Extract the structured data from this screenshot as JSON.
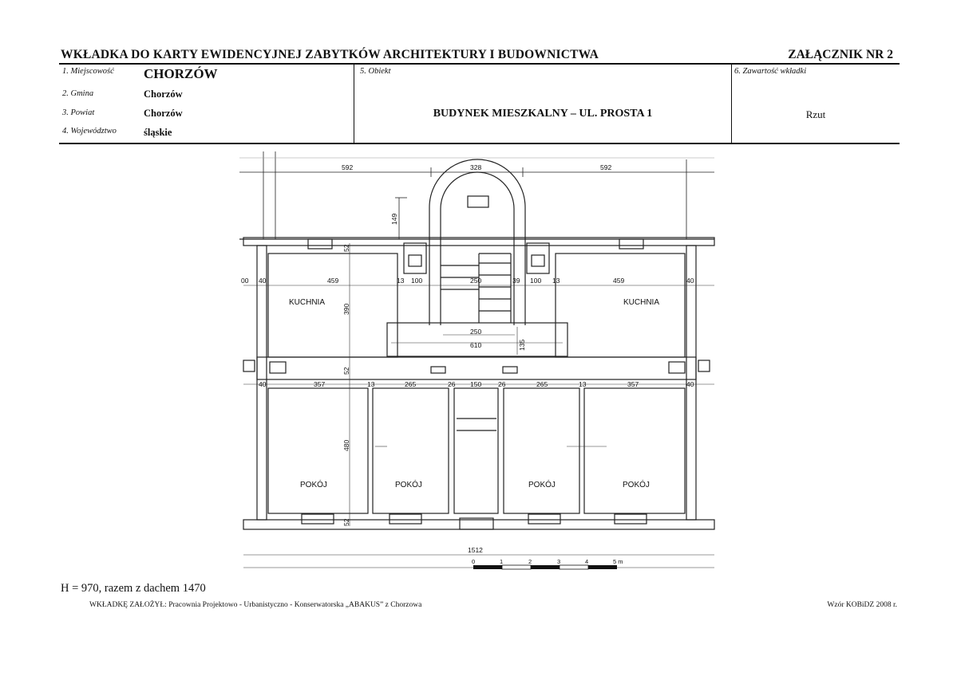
{
  "header": {
    "title": "WKŁADKA DO KARTY EWIDENCYJNEJ ZABYTKÓW ARCHITEKTURY I BUDOWNICTWA",
    "annex": "ZAŁĄCZNIK NR 2"
  },
  "fields": {
    "miejscowosc_label": "1. Miejscowość",
    "miejscowosc_value": "CHORZÓW",
    "gmina_label": "2. Gmina",
    "gmina_value": "Chorzów",
    "powiat_label": "3. Powiat",
    "powiat_value": "Chorzów",
    "wojewodztwo_label": "4. Województwo",
    "wojewodztwo_value": "śląskie",
    "obiekt_label": "5. Obiekt",
    "obiekt_value": "BUDYNEK MIESZKALNY – UL. PROSTA 1",
    "zawartosc_label": "6. Zawartość wkładki",
    "zawartosc_value": "Rzut"
  },
  "plan": {
    "rooms": {
      "kitchen": "KUCHNIA",
      "room": "POKÓJ"
    },
    "dimensions": {
      "top_left": "592",
      "top_mid": "328",
      "top_right": "592",
      "stair_depth": "149",
      "wall_52": "52",
      "wall_40": "40",
      "wall_13": "13",
      "wall_39": "39",
      "wall_26": "26",
      "edge_00": "00",
      "kitchen_width": "459",
      "kitchen_depth": "390",
      "pantry_width": "100",
      "stair_width": "250",
      "hall_width": "610",
      "hall_depth": "135",
      "room_left_width": "357",
      "room_mid_width": "265",
      "corridor_width": "150",
      "room_depth": "480",
      "total_width": "1512"
    },
    "scale_labels": [
      "0",
      "1",
      "2",
      "3",
      "4",
      "5 m"
    ]
  },
  "footer": {
    "height_note": "H = 970, razem z dachem 1470",
    "author": "WKŁADKĘ ZAŁOŻYŁ: Pracownia Projektowo - Urbanistyczno - Konserwatorska „ABAKUS” z Chorzowa",
    "template": "Wzór KOBiDZ 2008 r."
  }
}
